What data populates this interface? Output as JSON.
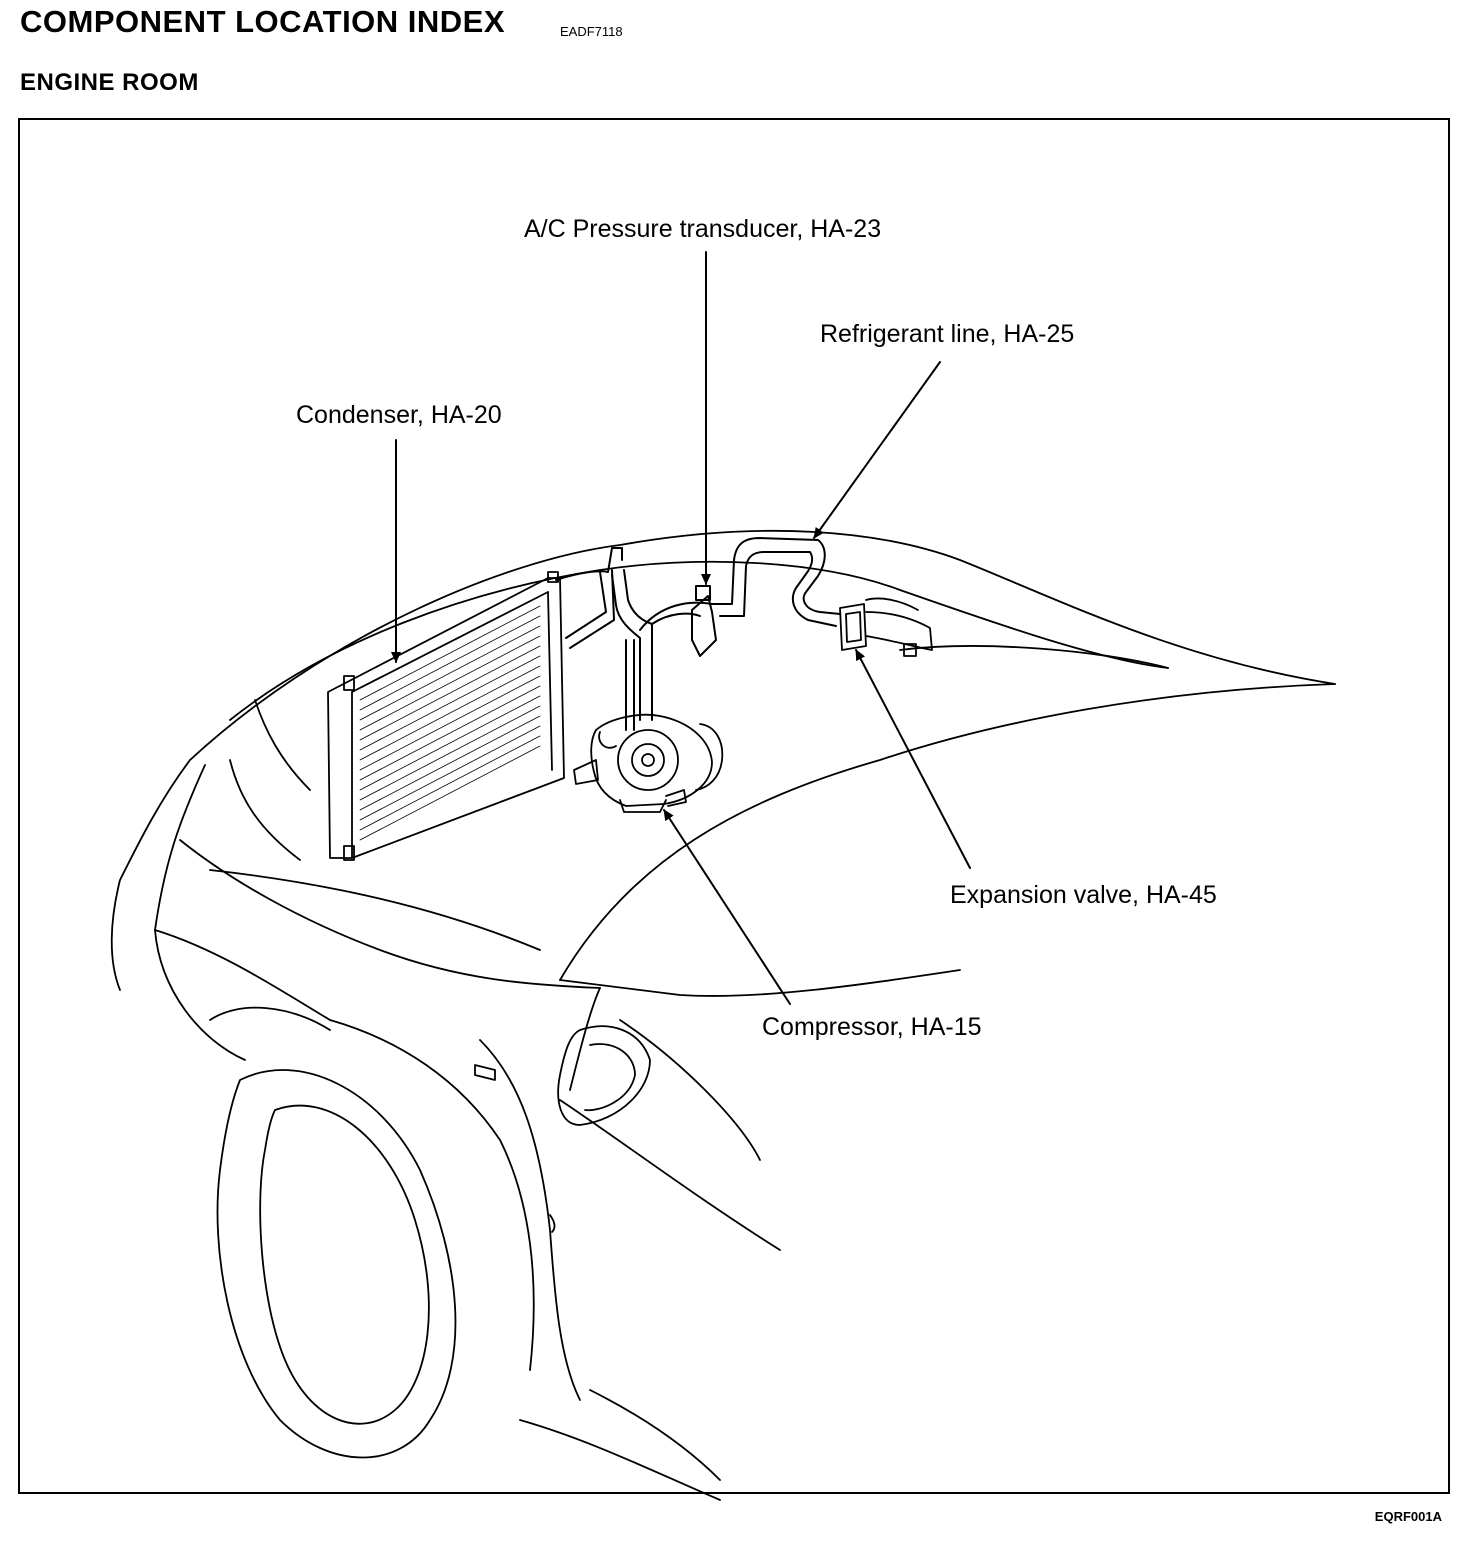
{
  "header": {
    "title": "COMPONENT LOCATION INDEX",
    "doc_code": "EADF7118",
    "section": "ENGINE ROOM"
  },
  "callouts": [
    {
      "id": "condenser",
      "label": "Condenser, HA-20"
    },
    {
      "id": "ac-pressure-transducer",
      "label": "A/C Pressure transducer, HA-23"
    },
    {
      "id": "refrigerant-line",
      "label": "Refrigerant line, HA-25"
    },
    {
      "id": "expansion-valve",
      "label": "Expansion valve, HA-45"
    },
    {
      "id": "compressor",
      "label": "Compressor, HA-15"
    }
  ],
  "figure_code": "EQRF001A"
}
